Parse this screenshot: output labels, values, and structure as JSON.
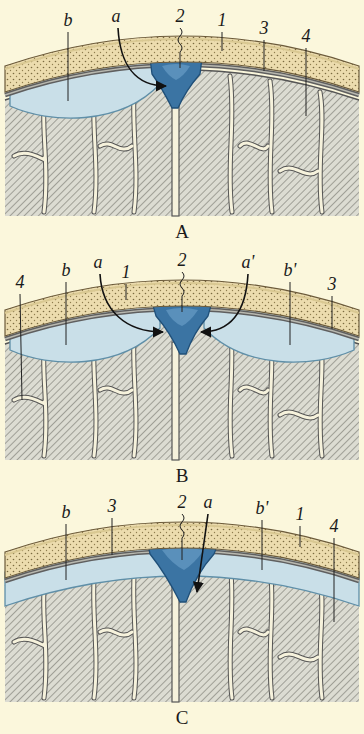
{
  "diagram": {
    "labels": [
      "b",
      "a",
      "2",
      "1",
      "3",
      "4",
      "A",
      "4",
      "b",
      "a",
      "1",
      "2",
      "a'",
      "b'",
      "3",
      "B",
      "b",
      "3",
      "2",
      "a",
      "b'",
      "1",
      "4",
      "C"
    ]
  }
}
